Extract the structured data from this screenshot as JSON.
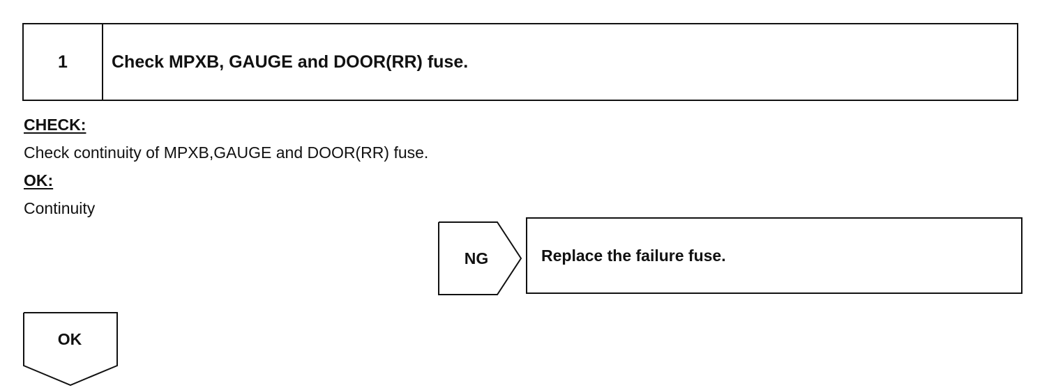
{
  "step": {
    "number": "1",
    "title": "Check MPXB, GAUGE and DOOR(RR) fuse."
  },
  "check": {
    "label": "CHECK:",
    "text": "Check continuity of MPXB,GAUGE and DOOR(RR) fuse."
  },
  "ok_criteria": {
    "label": "OK:",
    "text": "Continuity"
  },
  "ng_branch": {
    "label": "NG",
    "action": "Replace the failure fuse."
  },
  "ok_branch": {
    "label": "OK"
  }
}
